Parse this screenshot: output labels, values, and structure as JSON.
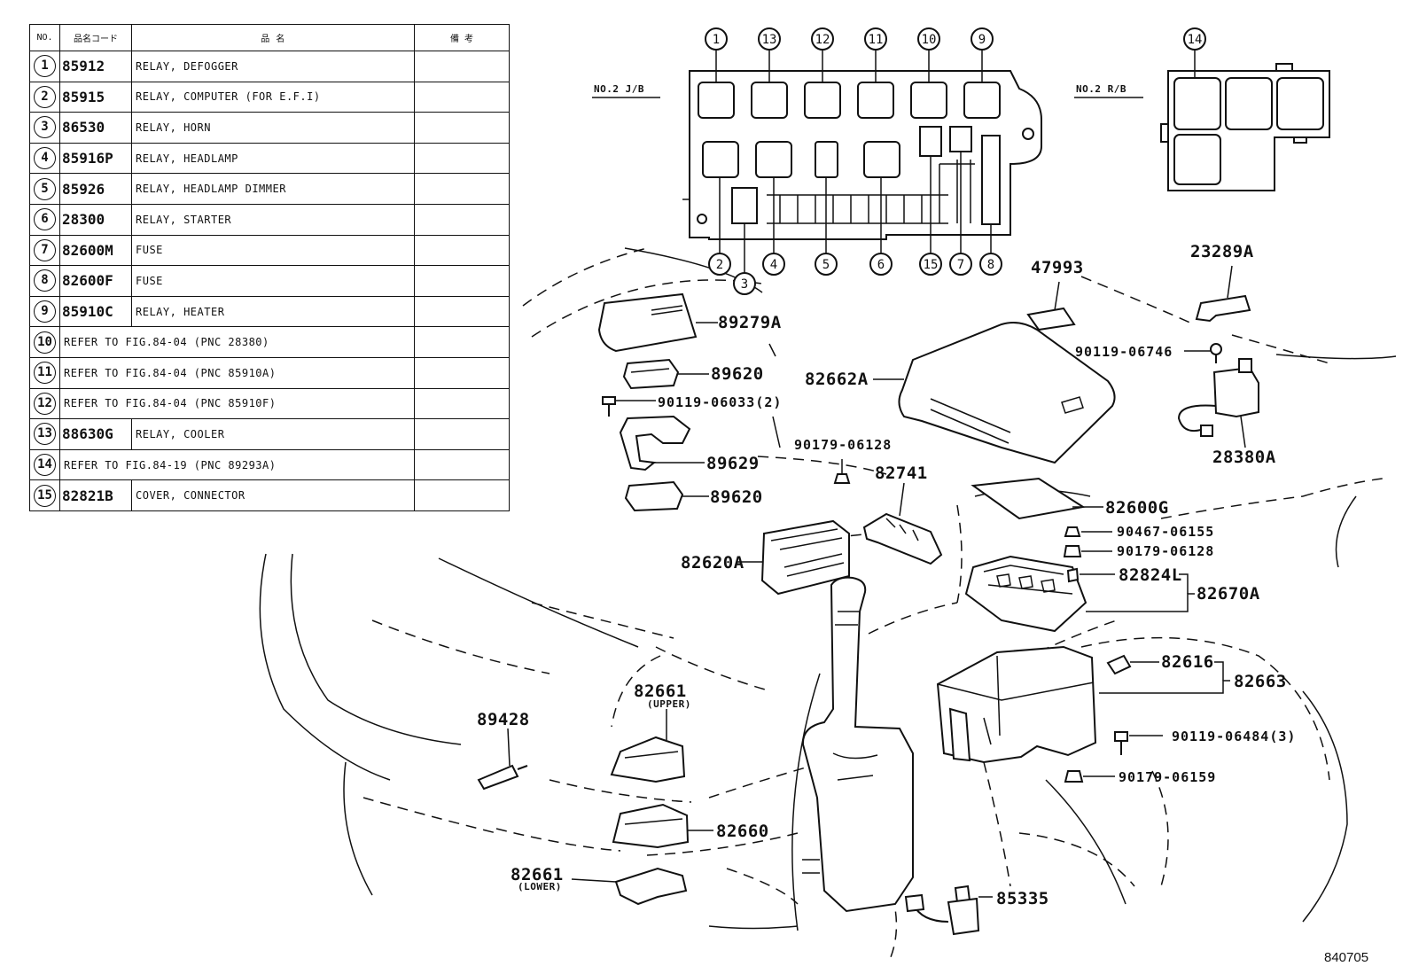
{
  "table": {
    "headers": {
      "no": "NO.",
      "code": "品名コード",
      "name": "品 名",
      "remarks": "備 考"
    },
    "rows": [
      {
        "no": "1",
        "code": "85912",
        "name": "RELAY, DEFOGGER"
      },
      {
        "no": "2",
        "code": "85915",
        "name": "RELAY, COMPUTER (FOR E.F.I)"
      },
      {
        "no": "3",
        "code": "86530",
        "name": "RELAY, HORN"
      },
      {
        "no": "4",
        "code": "85916P",
        "name": "RELAY, HEADLAMP"
      },
      {
        "no": "5",
        "code": "85926",
        "name": "RELAY, HEADLAMP DIMMER"
      },
      {
        "no": "6",
        "code": "28300",
        "name": "RELAY, STARTER"
      },
      {
        "no": "7",
        "code": "82600M",
        "name": "FUSE"
      },
      {
        "no": "8",
        "code": "82600F",
        "name": "FUSE"
      },
      {
        "no": "9",
        "code": "85910C",
        "name": "RELAY, HEATER"
      },
      {
        "no": "10",
        "ref": "REFER TO FIG.84-04  (PNC 28380)"
      },
      {
        "no": "11",
        "ref": "REFER TO FIG.84-04  (PNC 85910A)"
      },
      {
        "no": "12",
        "ref": "REFER TO FIG.84-04  (PNC 85910F)"
      },
      {
        "no": "13",
        "code": "88630G",
        "name": "RELAY, COOLER"
      },
      {
        "no": "14",
        "ref": "REFER TO FIG.84-19  (PNC 89293A)"
      },
      {
        "no": "15",
        "code": "82821B",
        "name": "COVER, CONNECTOR"
      }
    ]
  },
  "box_labels": {
    "jb": "NO.2 J/B",
    "rb": "NO.2 R/B"
  },
  "callouts": {
    "c1": "1",
    "c2": "2",
    "c3": "3",
    "c4": "4",
    "c5": "5",
    "c6": "6",
    "c7": "7",
    "c8": "8",
    "c9": "9",
    "c10": "10",
    "c11": "11",
    "c12": "12",
    "c13": "13",
    "c14": "14",
    "c15": "15"
  },
  "parts": {
    "p47993": "47993",
    "p23289A": "23289A",
    "p89279A": "89279A",
    "p89620a": "89620",
    "p90119_06033": "90119-06033(2)",
    "p89629": "89629",
    "p89620b": "89620",
    "p82662A": "82662A",
    "p90119_06746": "90119-06746",
    "p28380A": "28380A",
    "p90179_06128a": "90179-06128",
    "p82741": "82741",
    "p82600G": "82600G",
    "p90467_06155": "90467-06155",
    "p90179_06128b": "90179-06128",
    "p82620A": "82620A",
    "p82824L": "82824L",
    "p82670A": "82670A",
    "p82616": "82616",
    "p82663": "82663",
    "p90119_06484": "90119-06484(3)",
    "p90179_06159": "90179-06159",
    "p89428": "89428",
    "p82661u": "82661",
    "upper": "(UPPER)",
    "p82660": "82660",
    "p82661l": "82661",
    "lower": "(LOWER)",
    "p85335": "85335"
  },
  "figure_number": "840705"
}
